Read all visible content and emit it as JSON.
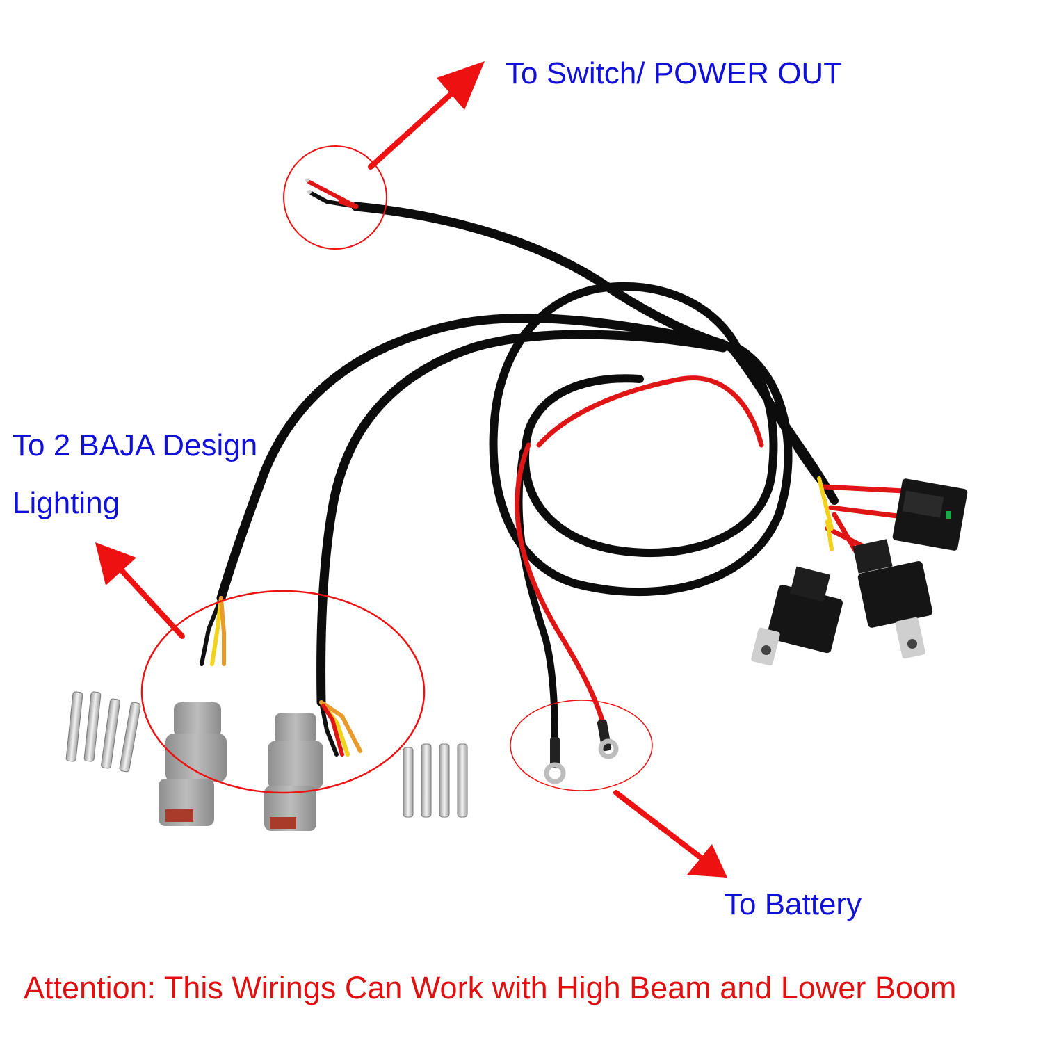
{
  "annotations": {
    "switch_label": "To Switch/ POWER OUT",
    "baja_label_line1": "To 2 BAJA Design",
    "baja_label_line2": "Lighting",
    "battery_label": "To Battery",
    "attention_text": "Attention: This Wirings Can Work with High Beam and Lower Boom"
  },
  "colors": {
    "label_blue": "#1010d8",
    "attention_red": "#e01010",
    "arrow_red": "#ee1111",
    "wire_black": "#0c0c0c",
    "wire_red": "#e01515",
    "wire_yellow": "#f2d21a",
    "connector_gray": "#a8a8a8",
    "relay_black": "#151515"
  },
  "icons": {
    "arrows": [
      "arrow-up-right-icon",
      "arrow-up-left-icon",
      "arrow-down-right-icon"
    ],
    "highlight": "circle-highlight-icon"
  }
}
